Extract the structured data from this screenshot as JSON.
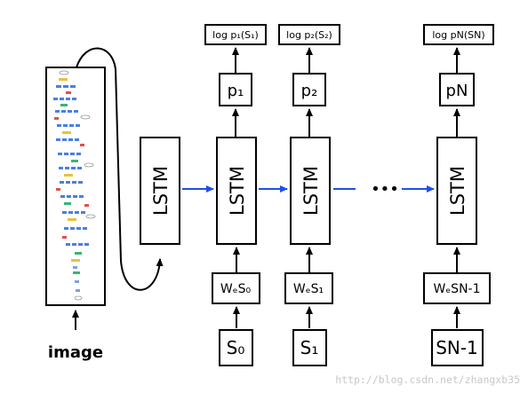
{
  "image_label": "image",
  "lstm_label": "LSTM",
  "columns": [
    {
      "logp": "log p₁(S₁)",
      "p": "p₁",
      "w": "WₑS₀",
      "s": "S₀"
    },
    {
      "logp": "log p₂(S₂)",
      "p": "p₂",
      "w": "WₑS₁",
      "s": "S₁"
    },
    {
      "logp": "log pN(SN)",
      "p": "pN",
      "w": "WₑSN-1",
      "s": "SN-1"
    }
  ],
  "ellipsis": "•••",
  "watermark": "http://blog.csdn.net/zhangxb35",
  "colors": {
    "arrow_blue": "#1f4fe8",
    "stroke": "#000000"
  }
}
